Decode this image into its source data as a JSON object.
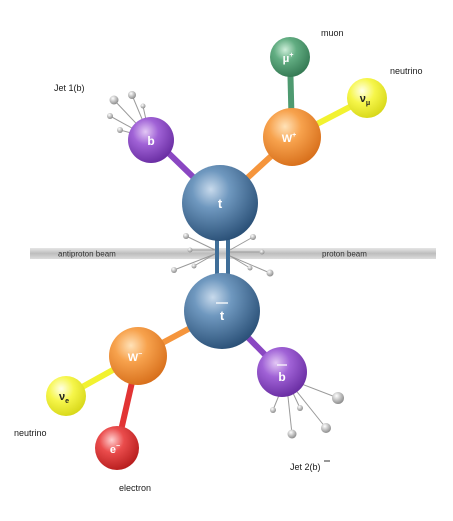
{
  "colors": {
    "top": "#3f6e98",
    "w_boson": "#f5953c",
    "bottom": "#8a47c2",
    "muon": "#4e9a70",
    "neutrino": "#f2f230",
    "electron": "#e23434",
    "jet_particle": "#b5b5b5",
    "beam": "#c9c9c9"
  },
  "beams": {
    "left": "antiproton beam",
    "right": "proton beam"
  },
  "particles": {
    "top": {
      "symbol": "t"
    },
    "antitop": {
      "symbol": "t"
    },
    "w_plus": {
      "symbol": "W",
      "sup": "+"
    },
    "w_minus": {
      "symbol": "W",
      "sup": "−"
    },
    "b": {
      "symbol": "b"
    },
    "bbar": {
      "symbol": "b"
    },
    "muon": {
      "symbol": "μ",
      "sup": "+"
    },
    "nu_mu": {
      "symbol": "ν",
      "sub": "μ"
    },
    "nu_e": {
      "symbol": "ν",
      "sub": "e"
    },
    "electron": {
      "symbol": "e",
      "sup": "−"
    }
  },
  "labels": {
    "muon": "muon",
    "neutrino_top": "neutrino",
    "jet1": "Jet 1(b)",
    "neutrino_bottom": "neutrino",
    "electron": "electron",
    "jet2_prefix": "Jet 2(",
    "jet2_symbol": "b",
    "jet2_suffix": ")"
  }
}
